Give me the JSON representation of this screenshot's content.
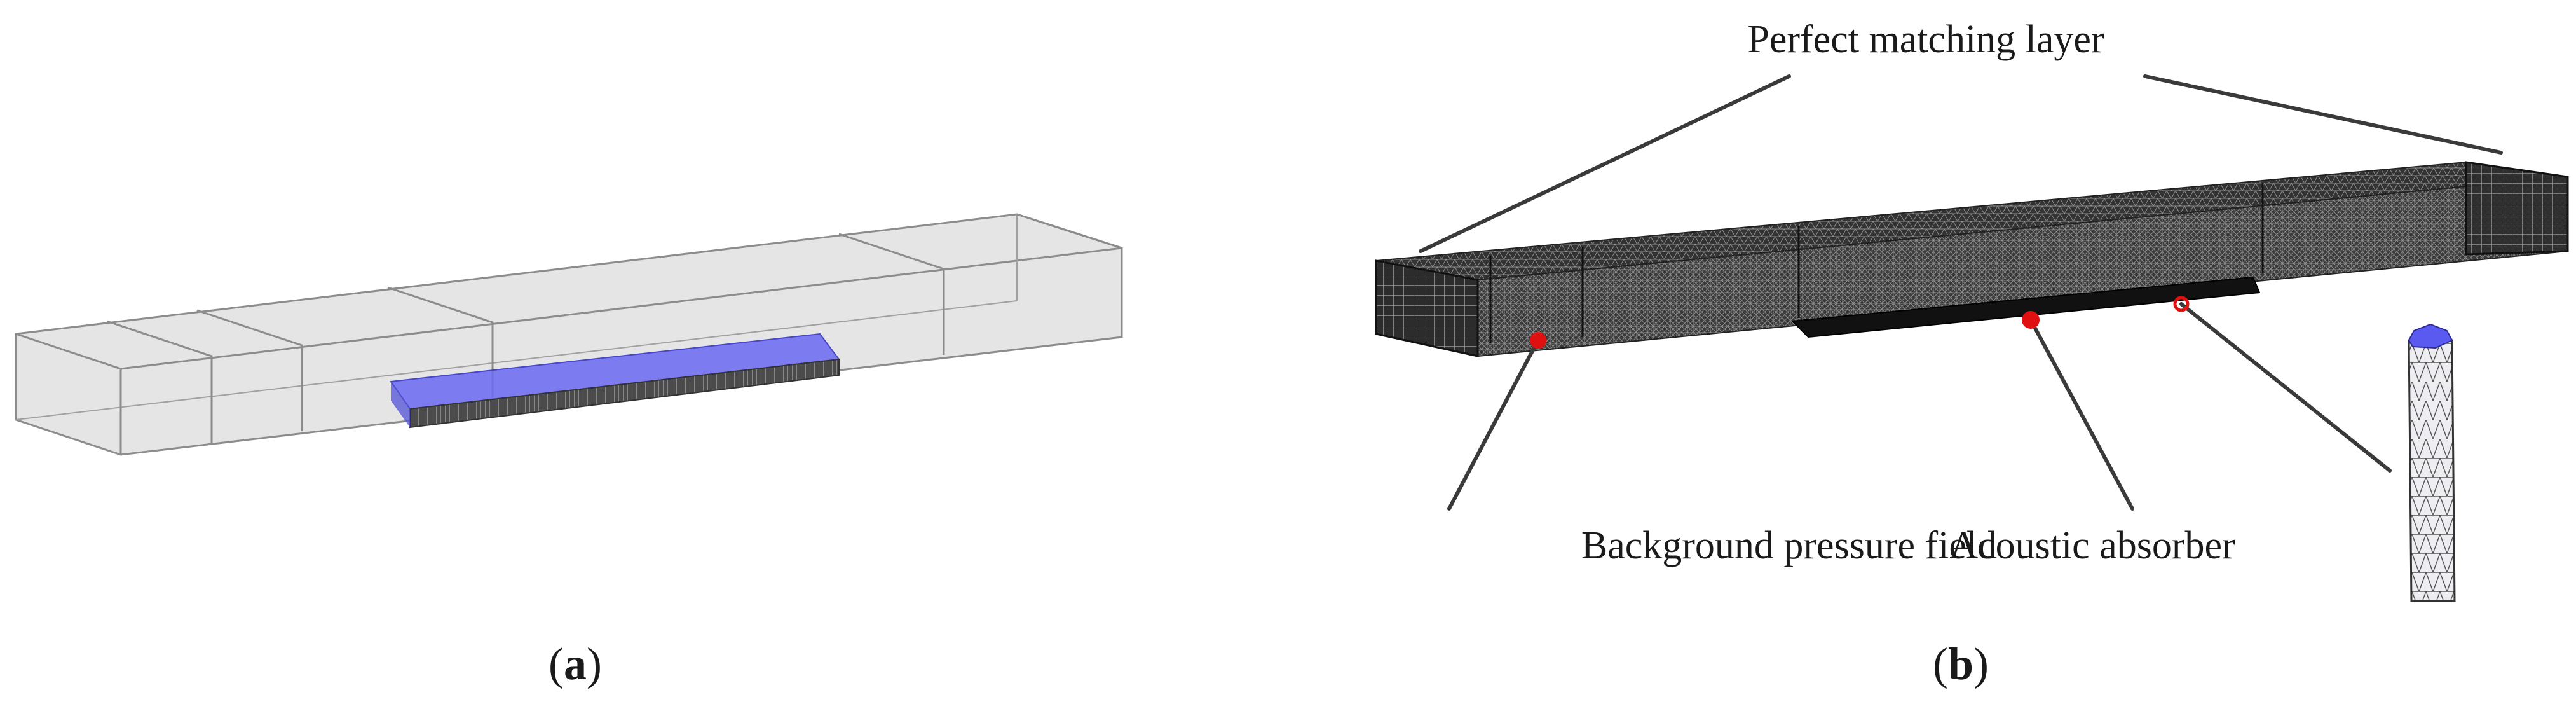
{
  "panel_a": {
    "caption_open": "(",
    "caption_letter": "a",
    "caption_close": ")"
  },
  "panel_b": {
    "caption_open": "(",
    "caption_letter": "b",
    "caption_close": ")",
    "labels": {
      "pml": "Perfect matching layer",
      "background_field": "Background pressure field",
      "absorber": "Acoustic absorber"
    }
  },
  "colors": {
    "duct_glass": "#cfcfcf",
    "duct_edge": "#8c8c8c",
    "absorber_top": "#6a6af2",
    "mesh_dark": "#2e2e2e",
    "probe_point": "#e01010",
    "leader_line": "#3a3a3a"
  }
}
